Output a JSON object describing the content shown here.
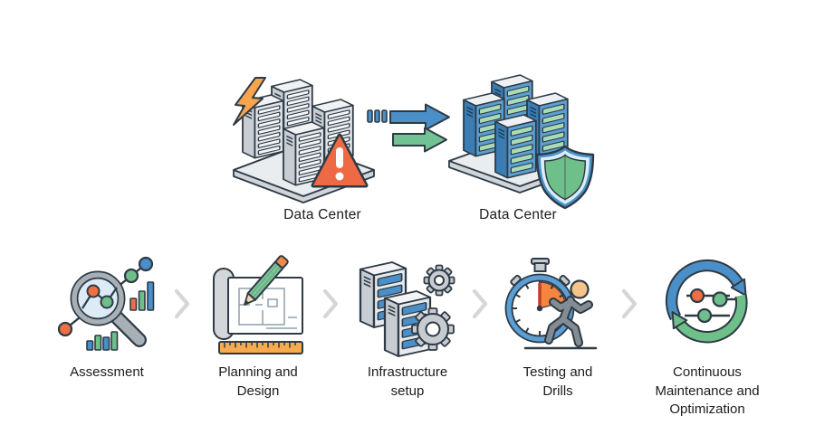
{
  "top": {
    "left_data_center": {
      "label": "Data Center",
      "icons": [
        "lightning-bolt",
        "warning-triangle",
        "server-towers",
        "platform"
      ]
    },
    "right_data_center": {
      "label": "Data Center",
      "icons": [
        "server-towers",
        "security-shield",
        "platform"
      ]
    },
    "transfer": {
      "icons": [
        "dash-trail",
        "blue-arrow-right",
        "green-arrow-right"
      ]
    }
  },
  "steps": [
    {
      "label": "Assessment",
      "icon": "magnifier-analytics"
    },
    {
      "label": "Planning and Design",
      "icon": "blueprint-pencil-ruler"
    },
    {
      "label": "Infrastructure setup",
      "icon": "servers-gears"
    },
    {
      "label": "Testing and Drills",
      "icon": "stopwatch-runner"
    },
    {
      "label": "Continuous Maintenance and Optimization",
      "icon": "cycle-sliders"
    }
  ],
  "separator_icon": "chevron-right",
  "colors": {
    "blue": "#4a8fc7",
    "green": "#6fbf8b",
    "arrow_green": "#72c393",
    "orange": "#f6a44e",
    "alert_orange": "#ed6a45",
    "outline": "#2e3a45",
    "gray": "#c6ccd1",
    "chevron": "#d6d6d6",
    "text": "#1c1c1e"
  }
}
